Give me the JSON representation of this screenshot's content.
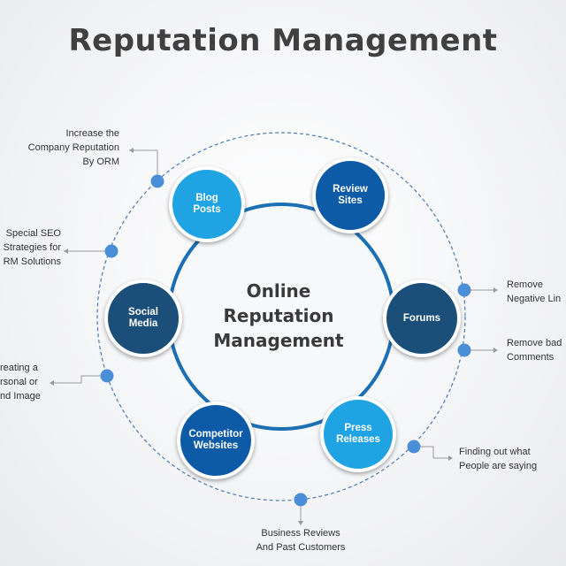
{
  "title": "Reputation Management",
  "center_label": "Online\nReputation\nManagement",
  "nodes": [
    {
      "label": "Blog\nPosts",
      "color": "#1fa3e3"
    },
    {
      "label": "Review\nSites",
      "color": "#0d5aa7"
    },
    {
      "label": "Forums",
      "color": "#1b4e79"
    },
    {
      "label": "Press\nReleases",
      "color": "#1fa3e3"
    },
    {
      "label": "Competitor\nWebsites",
      "color": "#0d5aa7"
    },
    {
      "label": "Social\nMedia",
      "color": "#1b4e79"
    }
  ],
  "notes": [
    "Increase the\nCompany Reputation\nBy ORM",
    "Special SEO\nStrategies for\nRM Solutions",
    "reating a\nrsonal or\nnd Image",
    "Business Reviews\nAnd Past Customers",
    "Finding out what\nPeople are saying",
    "Remove bad\nComments",
    "Remove\nNegative Lin"
  ],
  "colors": {
    "ring": "#1b6fb5",
    "dashed_ring": "#4a78b0",
    "dot": "#4a8ed8",
    "connector": "#9a9a9a",
    "title": "#404040"
  }
}
